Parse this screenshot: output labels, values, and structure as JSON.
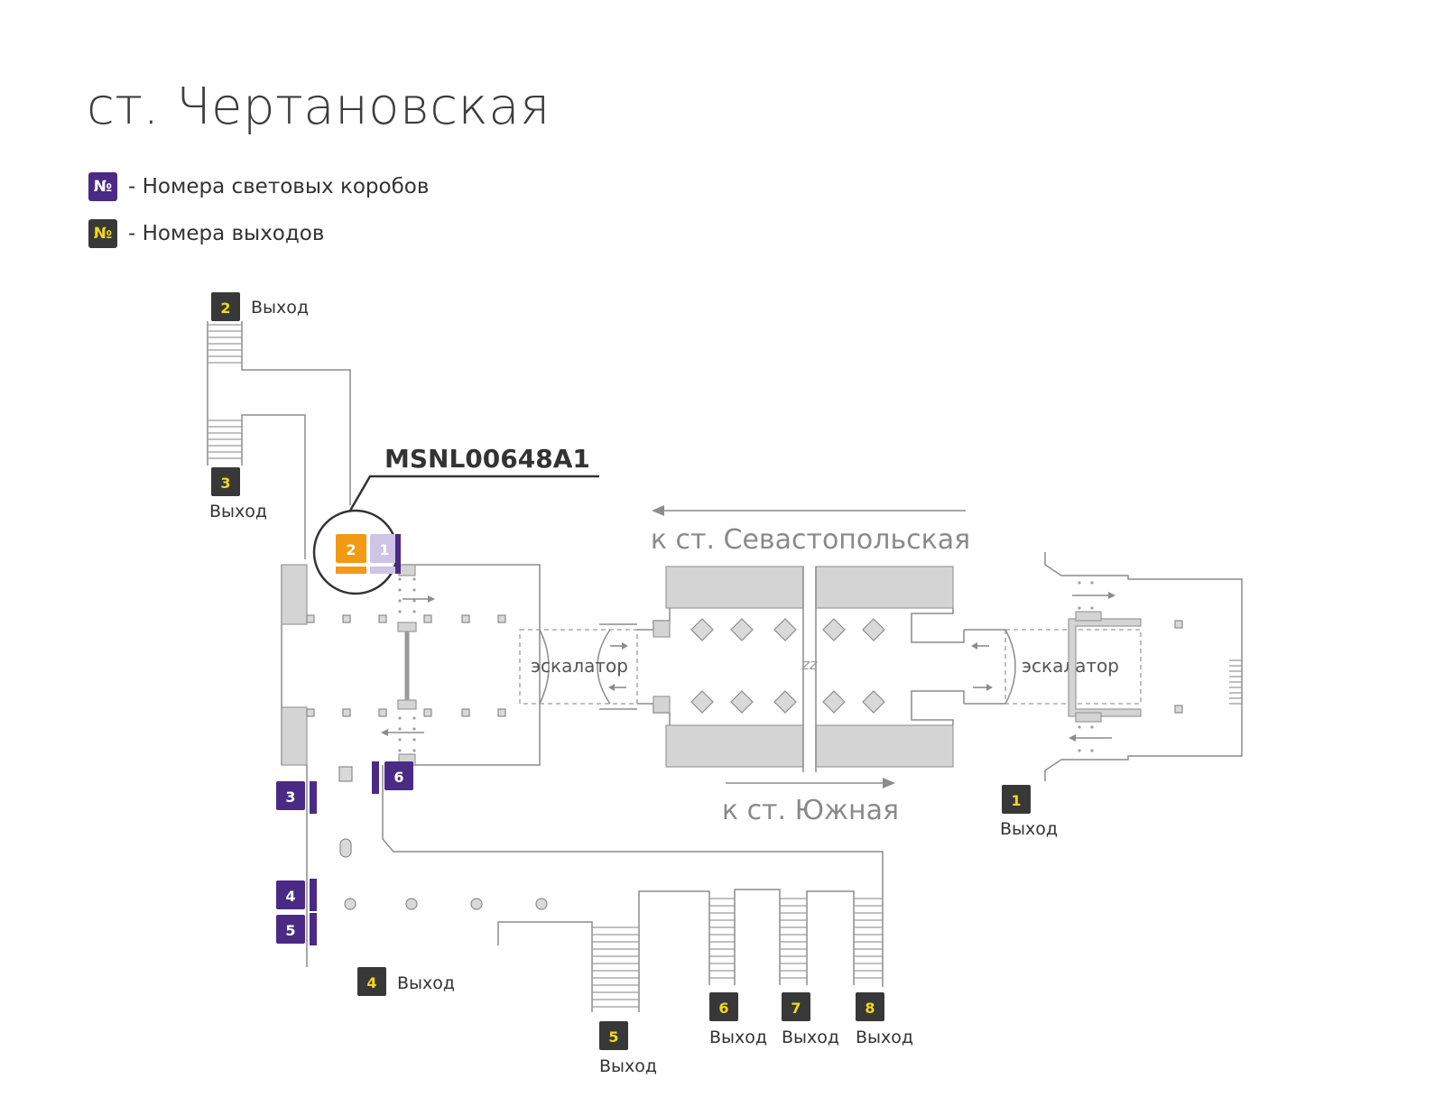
{
  "title": "ст. Чертановская",
  "legend": {
    "symbol": "№",
    "lightbox_label": "- Номера световых коробов",
    "exit_label": "- Номера выходов"
  },
  "colors": {
    "lightbox": "#4b2a86",
    "exit_bg": "#383838",
    "exit_text": "#f2d91a",
    "highlight": "#f29a14",
    "lightbox_faded": "#cfc3e6",
    "wall": "#8c8c8c"
  },
  "callout": {
    "code": "MSNL00648A1"
  },
  "directions": {
    "top": "к ст. Севастопольская",
    "bottom": "к ст. Южная"
  },
  "escalator_label": "эскалатор",
  "escalator_gap_label": "zz",
  "exit_word": "Выход",
  "exits": [
    {
      "num": "1"
    },
    {
      "num": "2"
    },
    {
      "num": "3"
    },
    {
      "num": "4"
    },
    {
      "num": "5"
    },
    {
      "num": "6"
    },
    {
      "num": "7"
    },
    {
      "num": "8"
    }
  ],
  "lightboxes": [
    {
      "num": "1",
      "state": "faded"
    },
    {
      "num": "2",
      "state": "highlighted"
    },
    {
      "num": "3",
      "state": "normal"
    },
    {
      "num": "4",
      "state": "normal"
    },
    {
      "num": "5",
      "state": "normal"
    },
    {
      "num": "6",
      "state": "normal"
    }
  ]
}
